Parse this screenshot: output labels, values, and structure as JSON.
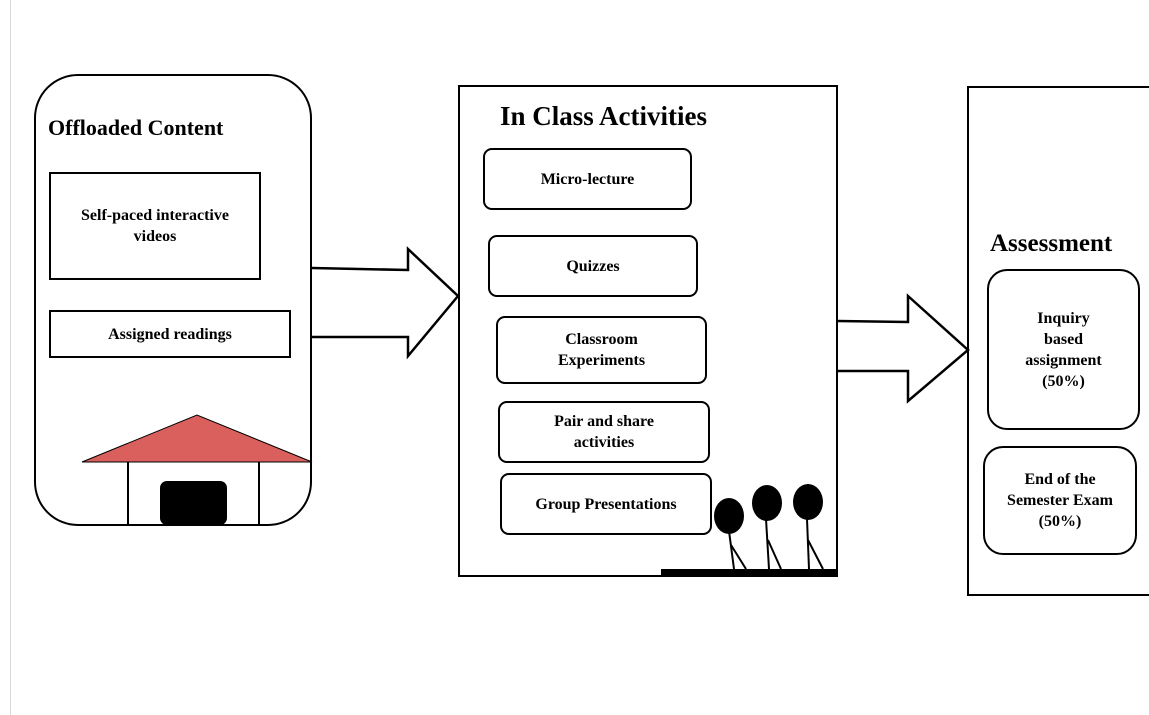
{
  "offloaded": {
    "title": "Offloaded Content",
    "items": [
      "Self-paced interactive videos",
      "Assigned readings"
    ]
  },
  "in_class": {
    "title": "In Class Activities",
    "items": [
      "Micro-lecture",
      "Quizzes",
      "Classroom Experiments",
      "Pair and share activities",
      "Group Presentations"
    ]
  },
  "assessment": {
    "title": "Assessment",
    "items": [
      "Inquiry based assignment (50%)",
      "End of the Semester Exam (50%)"
    ]
  },
  "colors": {
    "roof": "#d9605c",
    "stroke": "#000000",
    "background": "#ffffff"
  },
  "icons": [
    "house-icon",
    "students-icon",
    "flow-arrow"
  ]
}
